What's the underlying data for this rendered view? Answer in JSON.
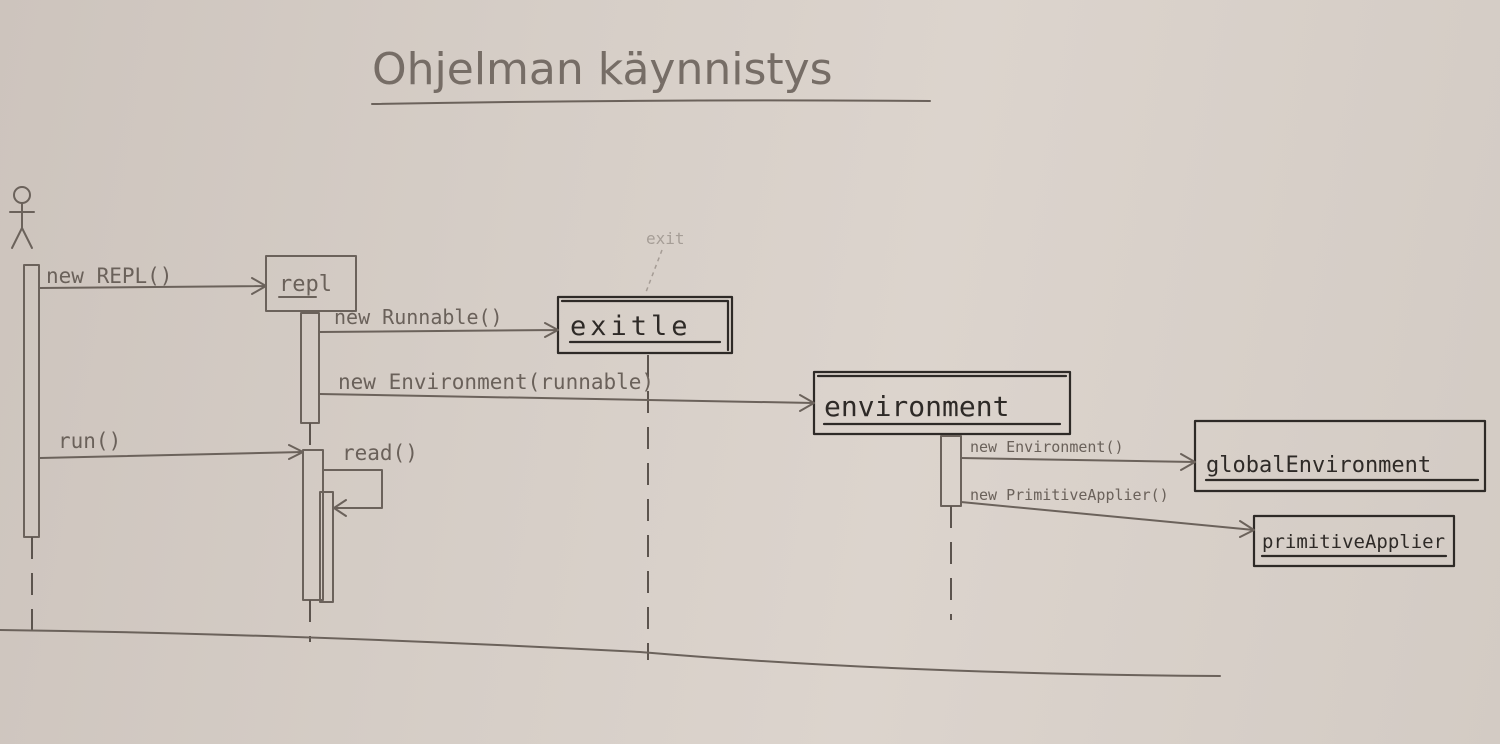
{
  "title": "Ohjelman käynnistys",
  "participants": {
    "repl": "repl",
    "exit": "exitle",
    "exit_note": "exit",
    "environment": "environment",
    "global_environment": "globalEnvironment",
    "primitive_applier": "primitiveApplier"
  },
  "messages": {
    "new_repl": "new REPL()",
    "new_runnable": "new Runnable()",
    "new_environment": "new Environment(runnable)",
    "run": "run()",
    "read": "read()",
    "new_environment_inner": "new Environment()",
    "new_primitive_applier": "new PrimitiveApplier()"
  },
  "colors": {
    "paper": "#d6cec7",
    "pencil": "#6b625b",
    "ink": "#2e2a27"
  }
}
